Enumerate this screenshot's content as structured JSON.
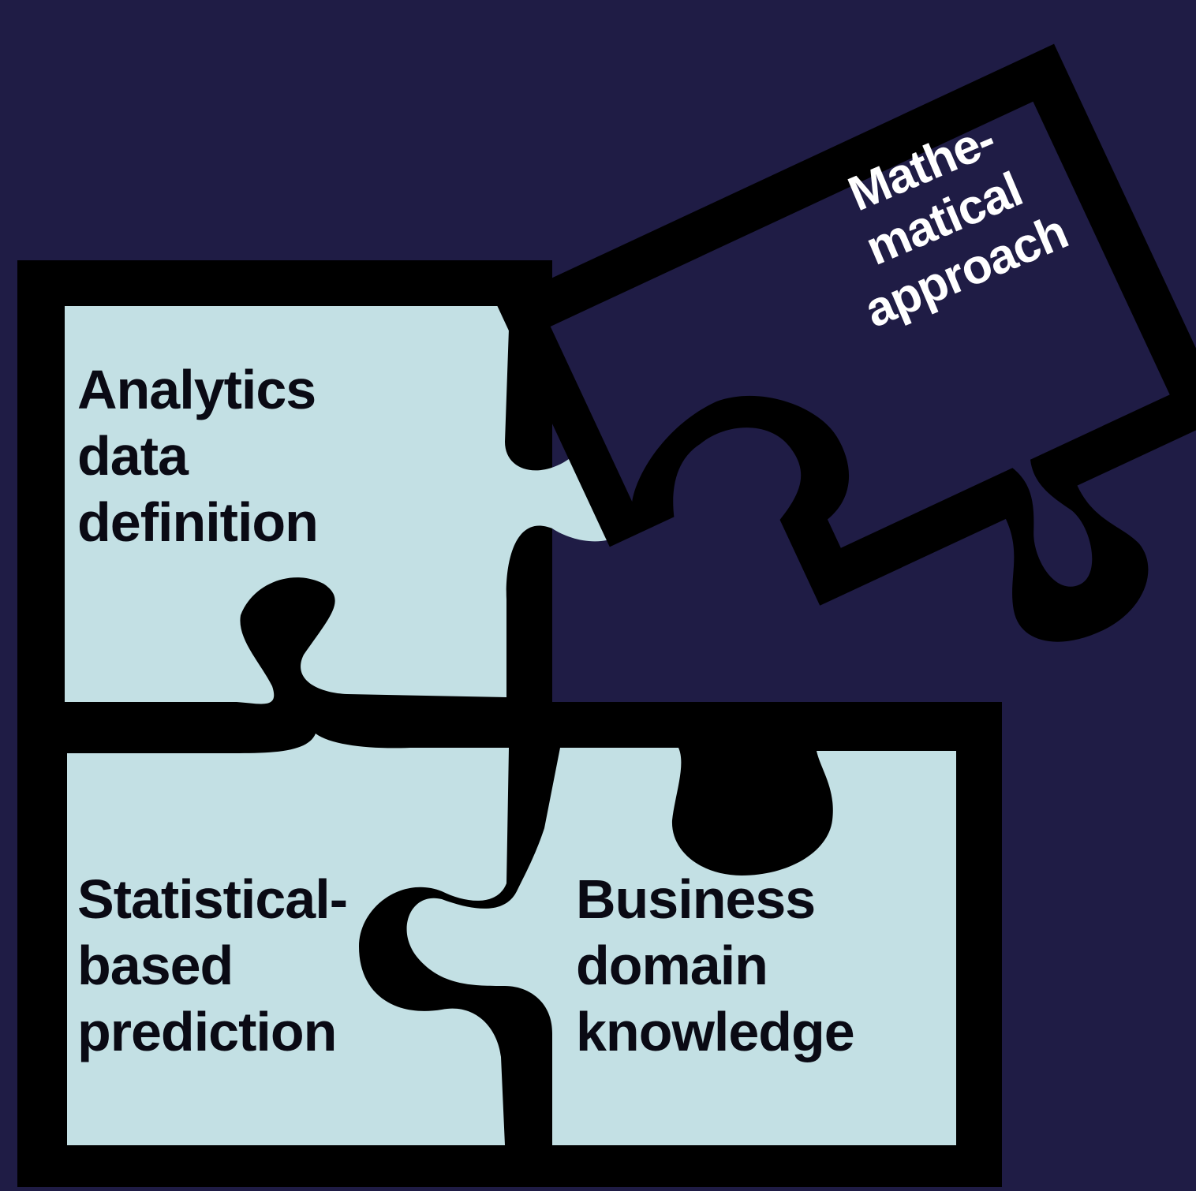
{
  "colors": {
    "background": "#1f1c45",
    "piece_fill": "#c3e0e4",
    "piece_outline": "#000000",
    "loose_piece_fill": "#1f1c45"
  },
  "pieces": {
    "analytics": {
      "label": "Analytics\ndata\ndefinition",
      "icon": "puzzle-piece-icon"
    },
    "statistical": {
      "label": "Statistical-\nbased\nprediction",
      "icon": "puzzle-piece-icon"
    },
    "business": {
      "label": "Business\ndomain\nknowledge",
      "icon": "puzzle-piece-icon"
    },
    "mathematical": {
      "label": "Mathe-\nmatical\napproach",
      "icon": "puzzle-piece-icon"
    }
  }
}
